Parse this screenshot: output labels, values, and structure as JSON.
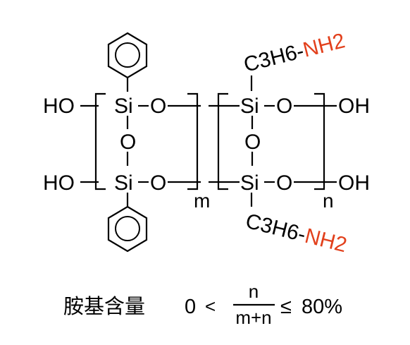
{
  "structure": {
    "left_block": {
      "upper": {
        "end_group": "HO",
        "si": "Si",
        "link_o": "O"
      },
      "bridge_o": "O",
      "lower": {
        "end_group": "HO",
        "si": "Si",
        "link_o": "O"
      },
      "top_substituent": "phenyl",
      "bottom_substituent": "phenyl",
      "subscript": "m"
    },
    "right_block": {
      "upper": {
        "si": "Si",
        "link_o": "O",
        "end_group": "OH"
      },
      "bridge_o": "O",
      "lower": {
        "si": "Si",
        "link_o": "O",
        "end_group": "OH"
      },
      "subscript": "n"
    },
    "amine_top": {
      "chain": "C3H6-",
      "amine": "NH2"
    },
    "amine_bottom": {
      "chain": "C3H6-",
      "amine": "NH2"
    }
  },
  "caption": {
    "label": "胺基含量",
    "lower_bound": "0",
    "lt_symbol": "<",
    "numerator": "n",
    "denominator": "m+n",
    "le_symbol": "≤",
    "upper_bound": "80%"
  },
  "colors": {
    "amine": "#e2401c",
    "ink": "#000000"
  }
}
